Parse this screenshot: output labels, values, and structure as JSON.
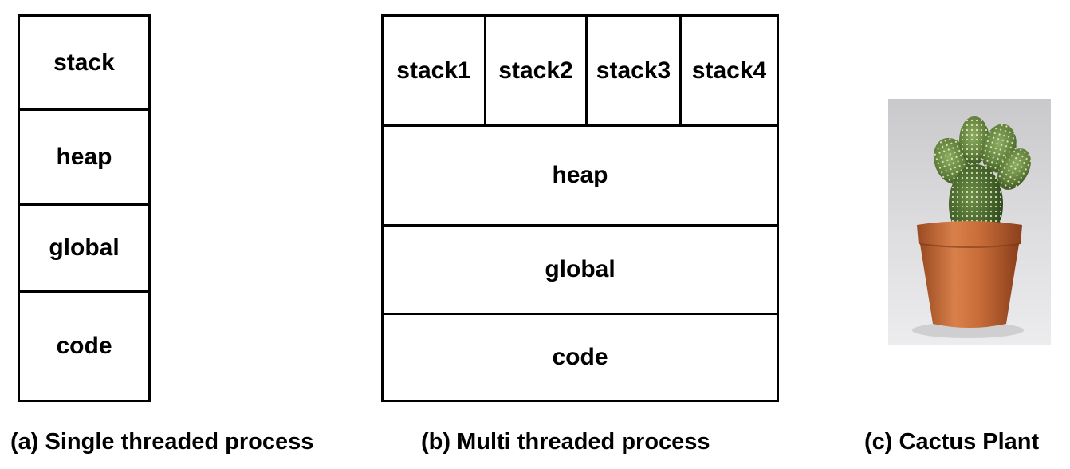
{
  "single": {
    "segments": [
      "stack",
      "heap",
      "global",
      "code"
    ],
    "caption": "(a) Single threaded process"
  },
  "multi": {
    "stacks": [
      "stack1",
      "stack2",
      "stack3",
      "stack4"
    ],
    "segments": [
      "heap",
      "global",
      "code"
    ],
    "caption": "(b) Multi threaded process"
  },
  "cactus": {
    "caption": "(c) Cactus Plant"
  }
}
